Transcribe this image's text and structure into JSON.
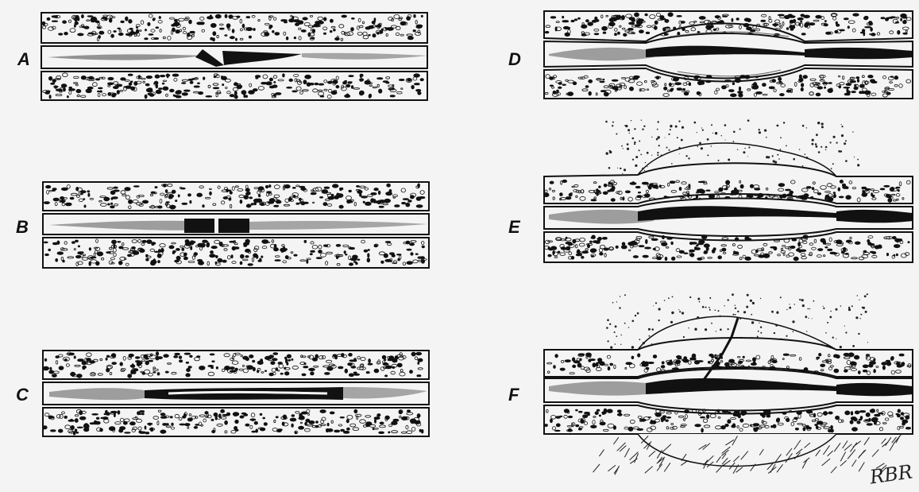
{
  "figure": {
    "panels": [
      {
        "id": "A",
        "label": "A",
        "stage": "crack"
      },
      {
        "id": "B",
        "label": "B",
        "stage": "early-repair"
      },
      {
        "id": "C",
        "label": "C",
        "stage": "gap"
      },
      {
        "id": "D",
        "label": "D",
        "stage": "filled-gap"
      },
      {
        "id": "E",
        "label": "E",
        "stage": "external-callus"
      },
      {
        "id": "F",
        "label": "F",
        "stage": "fractured-callus"
      }
    ],
    "signature": "RBR",
    "colors": {
      "ink": "#111111",
      "paper": "#f4f4f4"
    }
  }
}
